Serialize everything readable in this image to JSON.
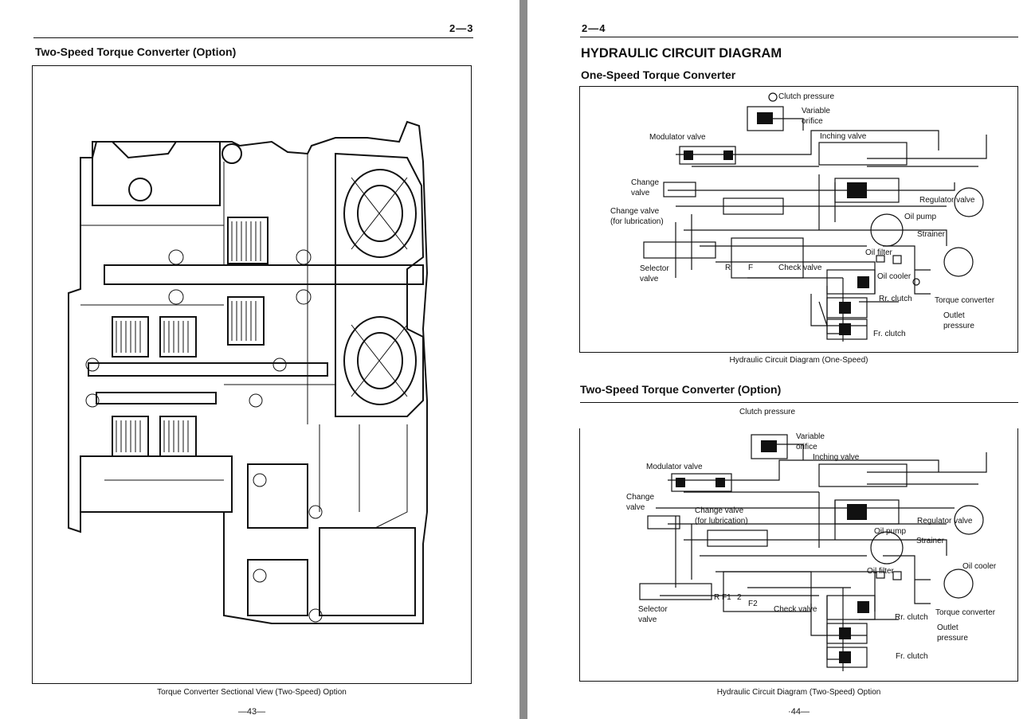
{
  "left_page": {
    "page_number": "2—3",
    "section_title": "Two-Speed Torque Converter (Option)",
    "figure_caption": "Torque Converter Sectional View (Two-Speed) Option",
    "folio": "—43—"
  },
  "right_page": {
    "page_number": "2—4",
    "main_title": "HYDRAULIC CIRCUIT DIAGRAM",
    "diagram1": {
      "title": "One-Speed Torque Converter",
      "caption": "Hydraulic Circuit Diagram (One-Speed)",
      "labels": {
        "clutch_pressure": "Clutch pressure",
        "variable": "Variable",
        "orifice": "orifice",
        "modulator_valve": "Modulator valve",
        "inching_valve": "Inching valve",
        "change": "Change",
        "valve": "valve",
        "change_valve_lub1": "Change valve",
        "change_valve_lub2": "(for lubrication)",
        "regulator_valve": "Regulator valve",
        "oil_pump": "Oil pump",
        "strainer": "Strainer",
        "oil_filter": "Oil filter",
        "selector": "Selector",
        "selector_valve": "valve",
        "r": "R",
        "f": "F",
        "check_valve": "Check valve",
        "oil_cooler": "Oil cooler",
        "rr_clutch": "Rr. clutch",
        "torque_converter": "Torque converter",
        "outlet": "Outlet",
        "pressure": "pressure",
        "fr_clutch": "Fr. clutch"
      }
    },
    "diagram2": {
      "title": "Two-Speed Torque Converter (Option)",
      "caption": "Hydraulic Circuit Diagram (Two-Speed) Option",
      "labels": {
        "clutch_pressure": "Clutch pressure",
        "variable": "Variable",
        "orifice": "orifice",
        "inching_valve": "Inching valve",
        "modulator_valve": "Modulator valve",
        "change": "Change",
        "valve": "valve",
        "change_valve_lub1": "Change valve",
        "change_valve_lub2": "(for lubrication)",
        "regulator_valve": "Regulator valve",
        "oil_pump": "Oil pump",
        "strainer": "Strainer",
        "oil_filter": "Oil filter",
        "oil_cooler": "Oil cooler",
        "selector": "Selector",
        "selector_valve": "valve",
        "r_f1": "R F1",
        "two": "2",
        "f2": "F2",
        "check_valve": "Check valve",
        "rr_clutch": "Rr. clutch",
        "torque_converter": "Torque converter",
        "outlet": "Outlet",
        "pressure": "pressure",
        "fr_clutch": "Fr. clutch"
      }
    },
    "folio": "·44—"
  }
}
